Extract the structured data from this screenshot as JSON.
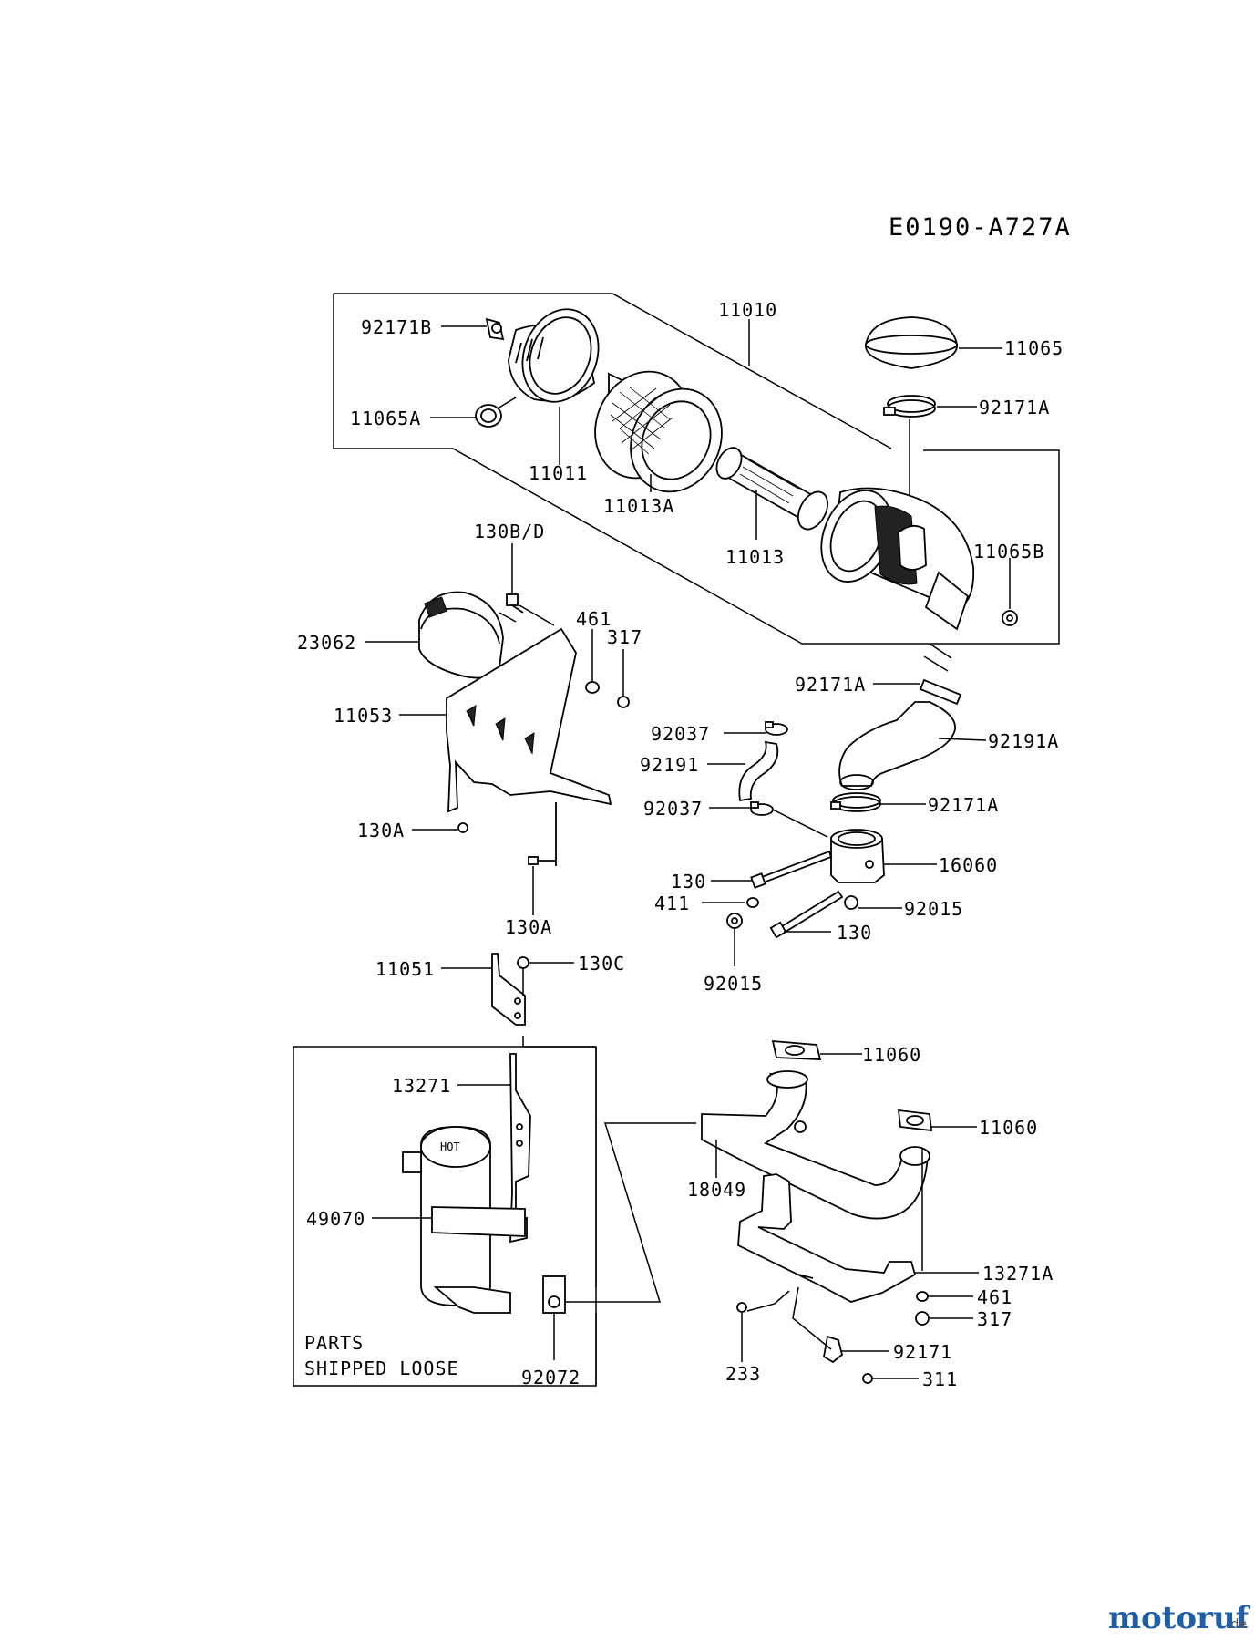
{
  "diagram_code": "E0190-A727A",
  "parts_note": [
    "PARTS",
    "SHIPPED LOOSE"
  ],
  "labels": {
    "p11010": "11010",
    "p11065": "11065",
    "p92171B": "92171B",
    "p92171A_top": "92171A",
    "p11065A": "11065A",
    "p11011": "11011",
    "p11013A": "11013A",
    "p11013": "11013",
    "p11065B": "11065B",
    "p130BD": "130B/D",
    "p23062": "23062",
    "p461_top": "461",
    "p317_top": "317",
    "p11053": "11053",
    "p92171A_mid": "92171A",
    "p92037_a": "92037",
    "p92191A": "92191A",
    "p92191": "92191",
    "p92037_b": "92037",
    "p92171A_low": "92171A",
    "p130A_a": "130A",
    "p16060": "16060",
    "p130_a": "130",
    "p411": "411",
    "p92015_a": "92015",
    "p130_b": "130",
    "p130A_b": "130A",
    "p92015_b": "92015",
    "p11051": "11051",
    "p130C": "130C",
    "p11060_a": "11060",
    "p13271": "13271",
    "p11060_b": "11060",
    "p18049": "18049",
    "p49070": "49070",
    "p13271A": "13271A",
    "p461_low": "461",
    "p317_low": "317",
    "p92171": "92171",
    "p233": "233",
    "p311": "311",
    "p92072": "92072"
  },
  "muffler_text": "HOT",
  "watermark": {
    "brand": "motoruf",
    "suffix": ".de",
    "colors": [
      "#1f5fa8",
      "#e8a317",
      "#2e8b3d",
      "#c0392b"
    ]
  }
}
